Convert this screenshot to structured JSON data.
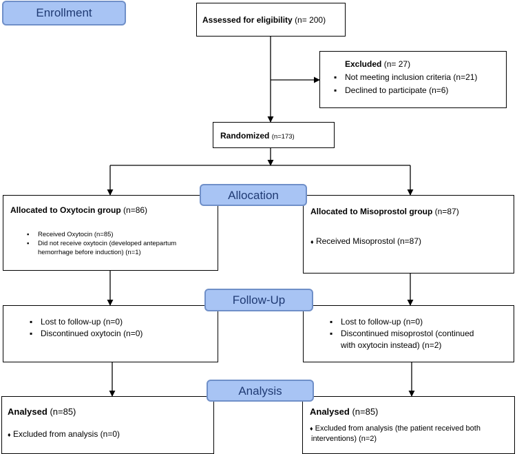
{
  "stages": {
    "enrollment": "Enrollment",
    "allocation": "Allocation",
    "followup": "Follow-Up",
    "analysis": "Analysis"
  },
  "assessed": {
    "label": "Assessed for eligibility",
    "count": "(n= 200)"
  },
  "excluded": {
    "label": "Excluded",
    "count": "(n= 27)",
    "items": [
      "Not meeting inclusion criteria (n=21)",
      "Declined to participate (n=6)"
    ]
  },
  "randomized": {
    "label": "Randomized",
    "count": "(n=173)"
  },
  "alloc_left": {
    "label": "Allocated to Oxytocin group",
    "count": "(n=86)",
    "items": [
      "Received Oxytocin (n=85)",
      "Did not receive oxytocin (developed antepartum",
      "hemorrhage before induction) (n=1)"
    ]
  },
  "alloc_right": {
    "label": "Allocated to Misoprostol group",
    "count": "(n=87)",
    "items": [
      "Received Misoprostol (n=87)"
    ]
  },
  "followup_left": {
    "items": [
      "Lost to follow-up (n=0)",
      "Discontinued oxytocin (n=0)"
    ]
  },
  "followup_right": {
    "items": [
      "Lost to follow-up (n=0)",
      "Discontinued misoprostol (continued",
      "with oxytocin instead) (n=2)"
    ]
  },
  "analysis_left": {
    "label": "Analysed",
    "count": "(n=85)",
    "items": [
      "Excluded from analysis (n=0)"
    ]
  },
  "analysis_right": {
    "label": "Analysed",
    "count": "(n=85)",
    "items": [
      "Excluded from analysis (the patient received both",
      "interventions) (n=2)"
    ]
  },
  "markers": {
    "square": "▪",
    "diamond": "♦"
  }
}
